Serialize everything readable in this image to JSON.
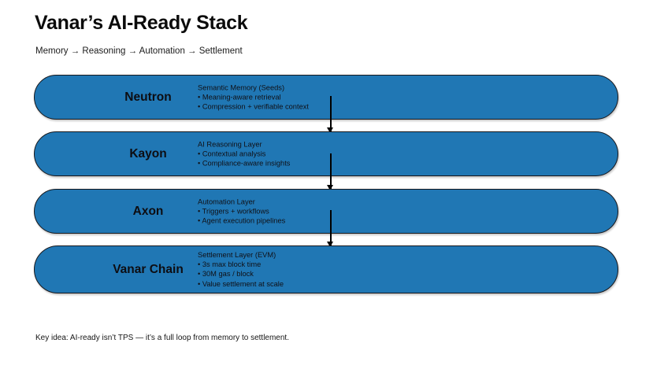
{
  "header": {
    "title": "Vanar’s AI-Ready Stack",
    "subtitle": "Memory → Reasoning → Automation → Settlement"
  },
  "colors": {
    "pill_fill": "#2077b4",
    "pill_border": "#17171b",
    "background": "#ffffff",
    "text": "#0d0d12",
    "arrow": "#000000"
  },
  "stack": {
    "layers": [
      {
        "name": "Neutron",
        "heading": "Semantic Memory (Seeds)",
        "bullets": [
          "• Meaning-aware retrieval",
          "• Compression + verifiable context"
        ]
      },
      {
        "name": "Kayon",
        "heading": "AI Reasoning Layer",
        "bullets": [
          "• Contextual analysis",
          "• Compliance-aware insights"
        ]
      },
      {
        "name": "Axon",
        "heading": "Automation Layer",
        "bullets": [
          "• Triggers + workflows",
          "• Agent execution pipelines"
        ]
      },
      {
        "name": "Vanar Chain",
        "heading": "Settlement Layer (EVM)",
        "bullets": [
          "• 3s max block time",
          "• 30M gas / block",
          "• Value settlement at scale"
        ]
      }
    ],
    "connectors": [
      {
        "from": "Neutron",
        "to": "Kayon"
      },
      {
        "from": "Kayon",
        "to": "Axon"
      },
      {
        "from": "Axon",
        "to": "Vanar Chain"
      }
    ]
  },
  "footer": {
    "key_idea": "Key idea: AI-ready isn’t TPS — it’s a full loop from memory to settlement."
  }
}
